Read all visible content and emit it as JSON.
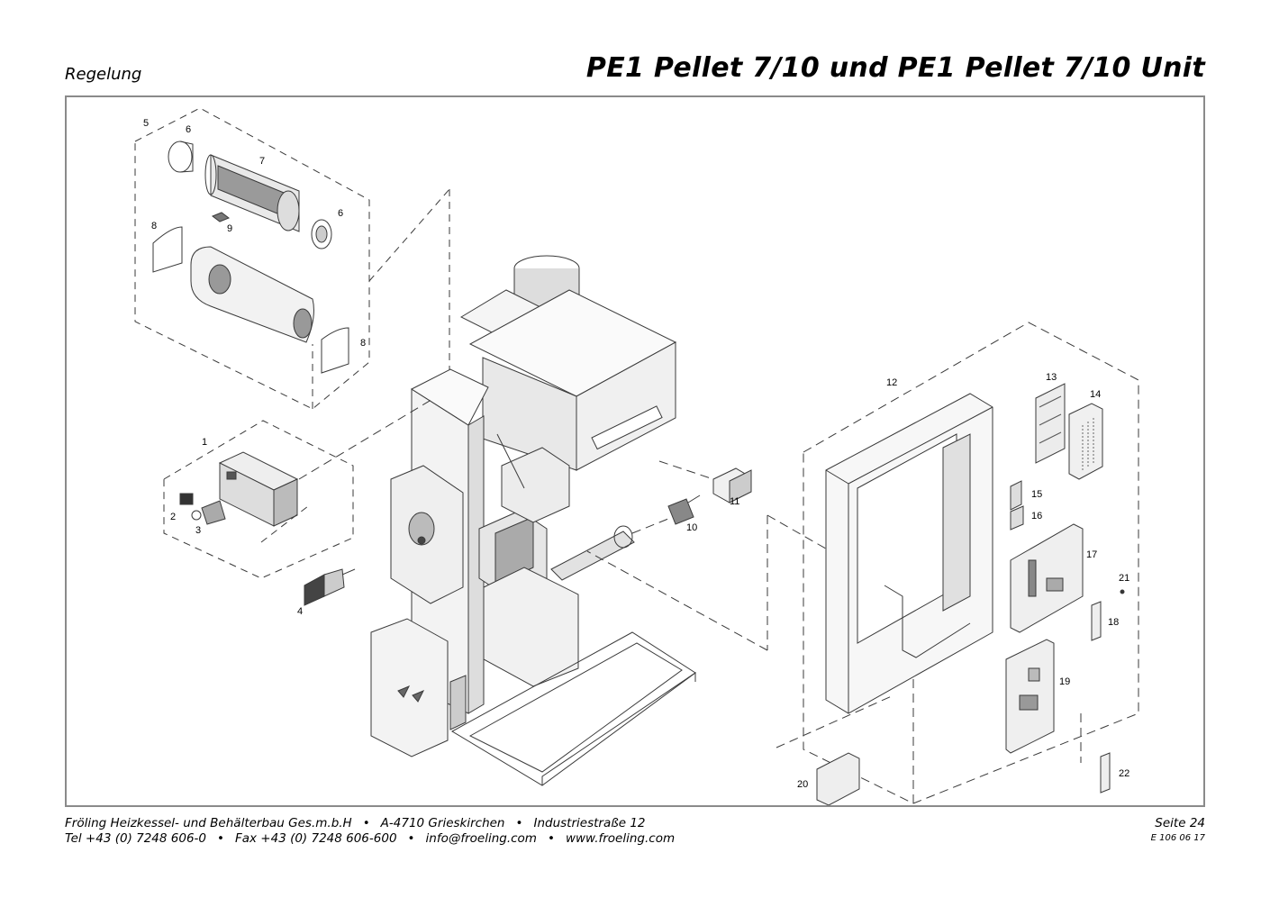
{
  "header": {
    "section": "Regelung",
    "title": "PE1 Pellet 7/10 und PE1 Pellet 7/10 Unit"
  },
  "drawing": {
    "callouts": [
      "1",
      "2",
      "3",
      "4",
      "5",
      "6",
      "6",
      "7",
      "8",
      "8",
      "9",
      "10",
      "11",
      "12",
      "13",
      "14",
      "15",
      "16",
      "17",
      "18",
      "19",
      "20",
      "21",
      "22"
    ]
  },
  "footer": {
    "company": "Fröling Heizkessel- und Behälterbau Ges.m.b.H",
    "address": "A-4710 Grieskirchen",
    "street": "Industriestraße 12",
    "phone": "Tel +43 (0) 7248 606-0",
    "fax": "Fax +43 (0) 7248 606-600",
    "email": "info@froeling.com",
    "web": "www.froeling.com",
    "separator": "•",
    "page": "Seite 24",
    "doc_code": "E 106 06 17"
  }
}
